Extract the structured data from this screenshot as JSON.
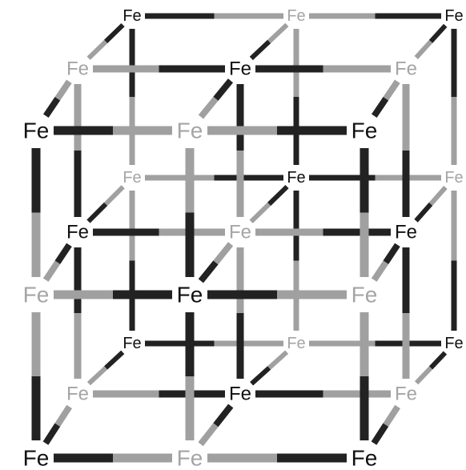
{
  "atom_symbol": "Fe",
  "colors": {
    "dark_bond": "#222222",
    "light_bond": "#a0a0a0",
    "dark_atom": "#111111",
    "light_atom": "#a5a5a5",
    "background": "#ffffff"
  },
  "lattice": {
    "grid_size": 3,
    "atom_count": 27,
    "depth_layers": [
      "back",
      "middle",
      "front"
    ]
  }
}
